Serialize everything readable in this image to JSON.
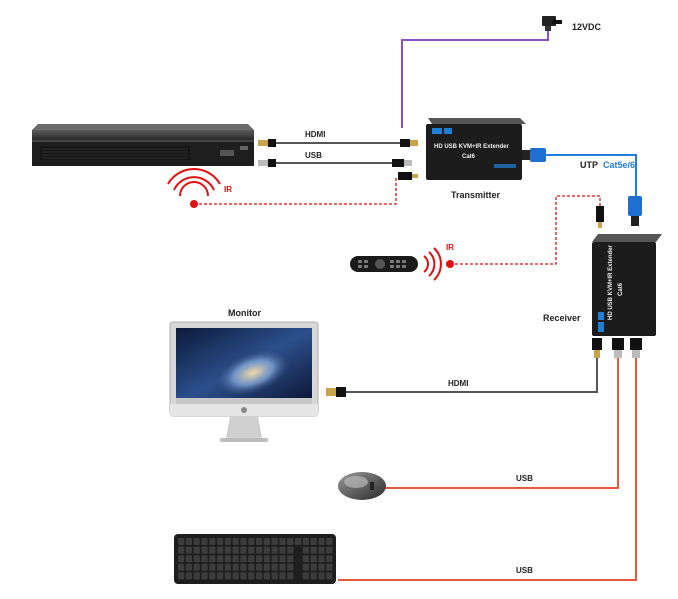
{
  "labels": {
    "power": "12VDC",
    "hdmi_top": "HDMI",
    "usb_top": "USB",
    "ir_left": "IR",
    "transmitter": "Transmitter",
    "utp_prefix": "UTP",
    "utp_cable": "Cat5e/6",
    "ir_remote": "IR",
    "receiver": "Receiver",
    "monitor": "Monitor",
    "hdmi_monitor": "HDMI",
    "usb_mouse": "USB",
    "usb_keyboard": "USB"
  },
  "device_text": {
    "tx_line1": "HD USB KVM+IR Extender",
    "tx_line2": "Cat6",
    "rx_line1": "HD USB KVM+IR Extender",
    "rx_line2": "Cat6"
  },
  "colors": {
    "power_line": "#8a4fc6",
    "signal_line": "#555555",
    "ir_line": "#e01010",
    "usb_line": "#e65a3a",
    "cat_line": "#1f7fd6"
  }
}
